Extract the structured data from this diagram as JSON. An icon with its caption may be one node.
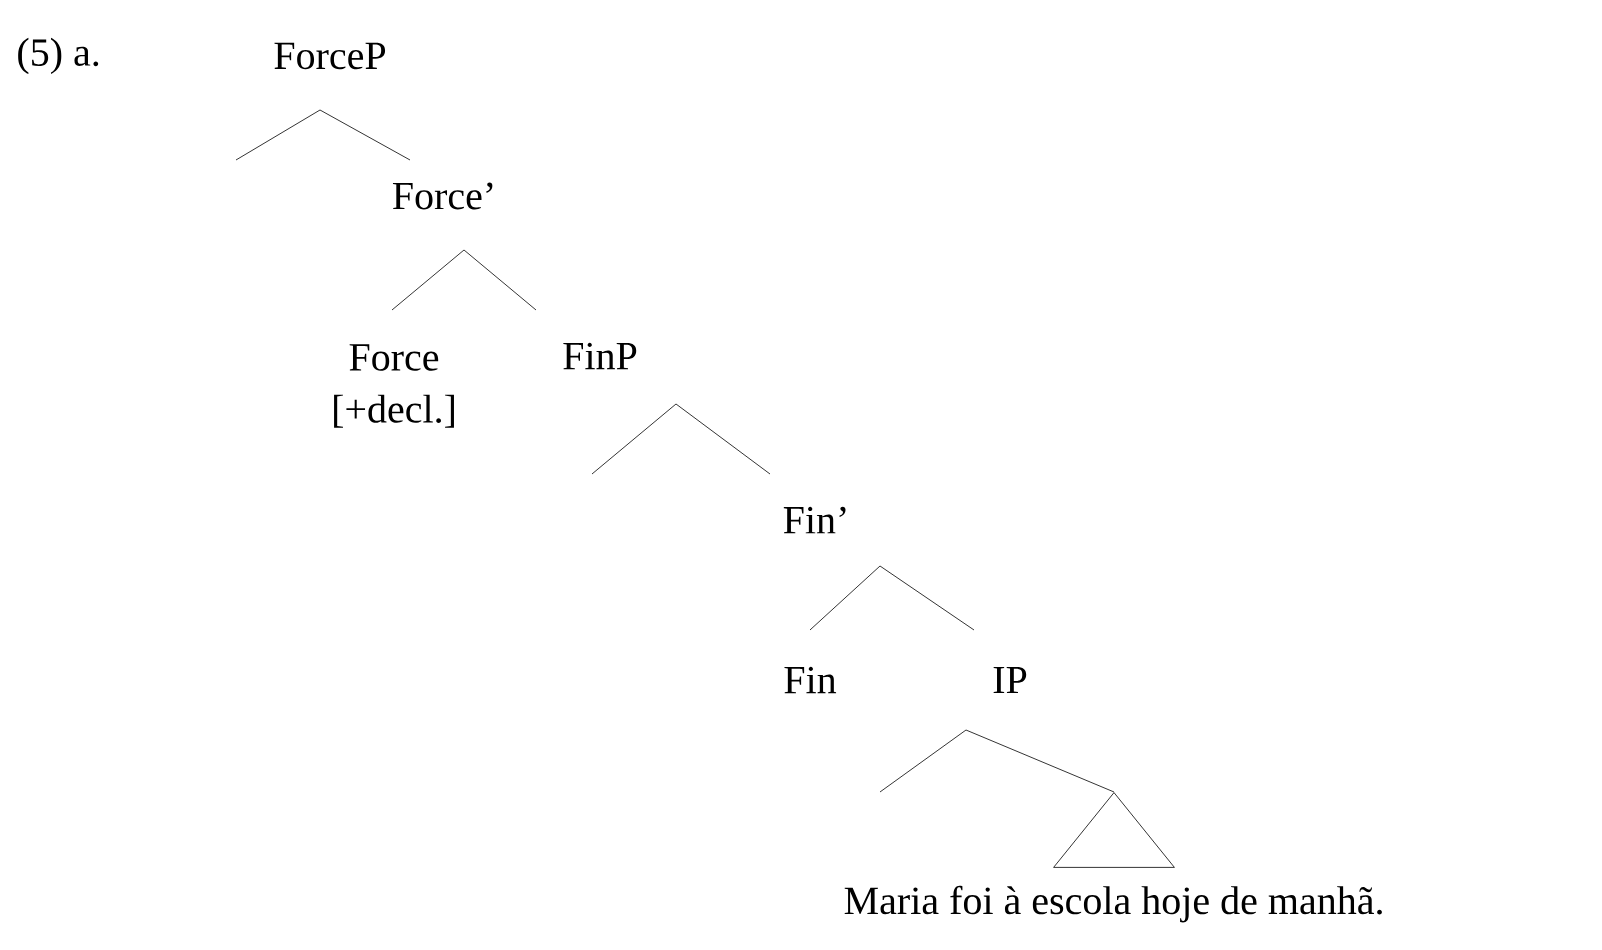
{
  "diagram": {
    "nodes": [
      {
        "text": [
          "ForceP"
        ]
      },
      {
        "text": [
          "Force’"
        ]
      },
      {
        "text": [
          "Force",
          "[+decl.]"
        ]
      },
      {
        "text": [
          "FinP"
        ]
      },
      {
        "text": [
          "Fin’"
        ]
      },
      {
        "text": [
          "Fin"
        ]
      },
      {
        "text": [
          "IP"
        ]
      },
      {
        "text": [],
        "shape": "triangle",
        "beside": [
          "Maria foi à escola hoje de manhã."
        ]
      }
    ],
    "edges": [
      {
        "from": 0,
        "to": null,
        "arrow": "none"
      },
      {
        "from": 0,
        "to": 1,
        "arrow": "none"
      },
      {
        "from": 1,
        "to": 2,
        "arrow": "none"
      },
      {
        "from": 1,
        "to": 3,
        "arrow": "none"
      },
      {
        "from": 3,
        "to": null,
        "arrow": "none"
      },
      {
        "from": 3,
        "to": 4,
        "arrow": "none"
      },
      {
        "from": 4,
        "to": 5,
        "arrow": "none"
      },
      {
        "from": 4,
        "to": 6,
        "arrow": "none"
      },
      {
        "from": 6,
        "to": null,
        "arrow": "none"
      },
      {
        "from": 6,
        "to": 7,
        "arrow": "none"
      }
    ],
    "labels": [
      "(5) a."
    ]
  }
}
